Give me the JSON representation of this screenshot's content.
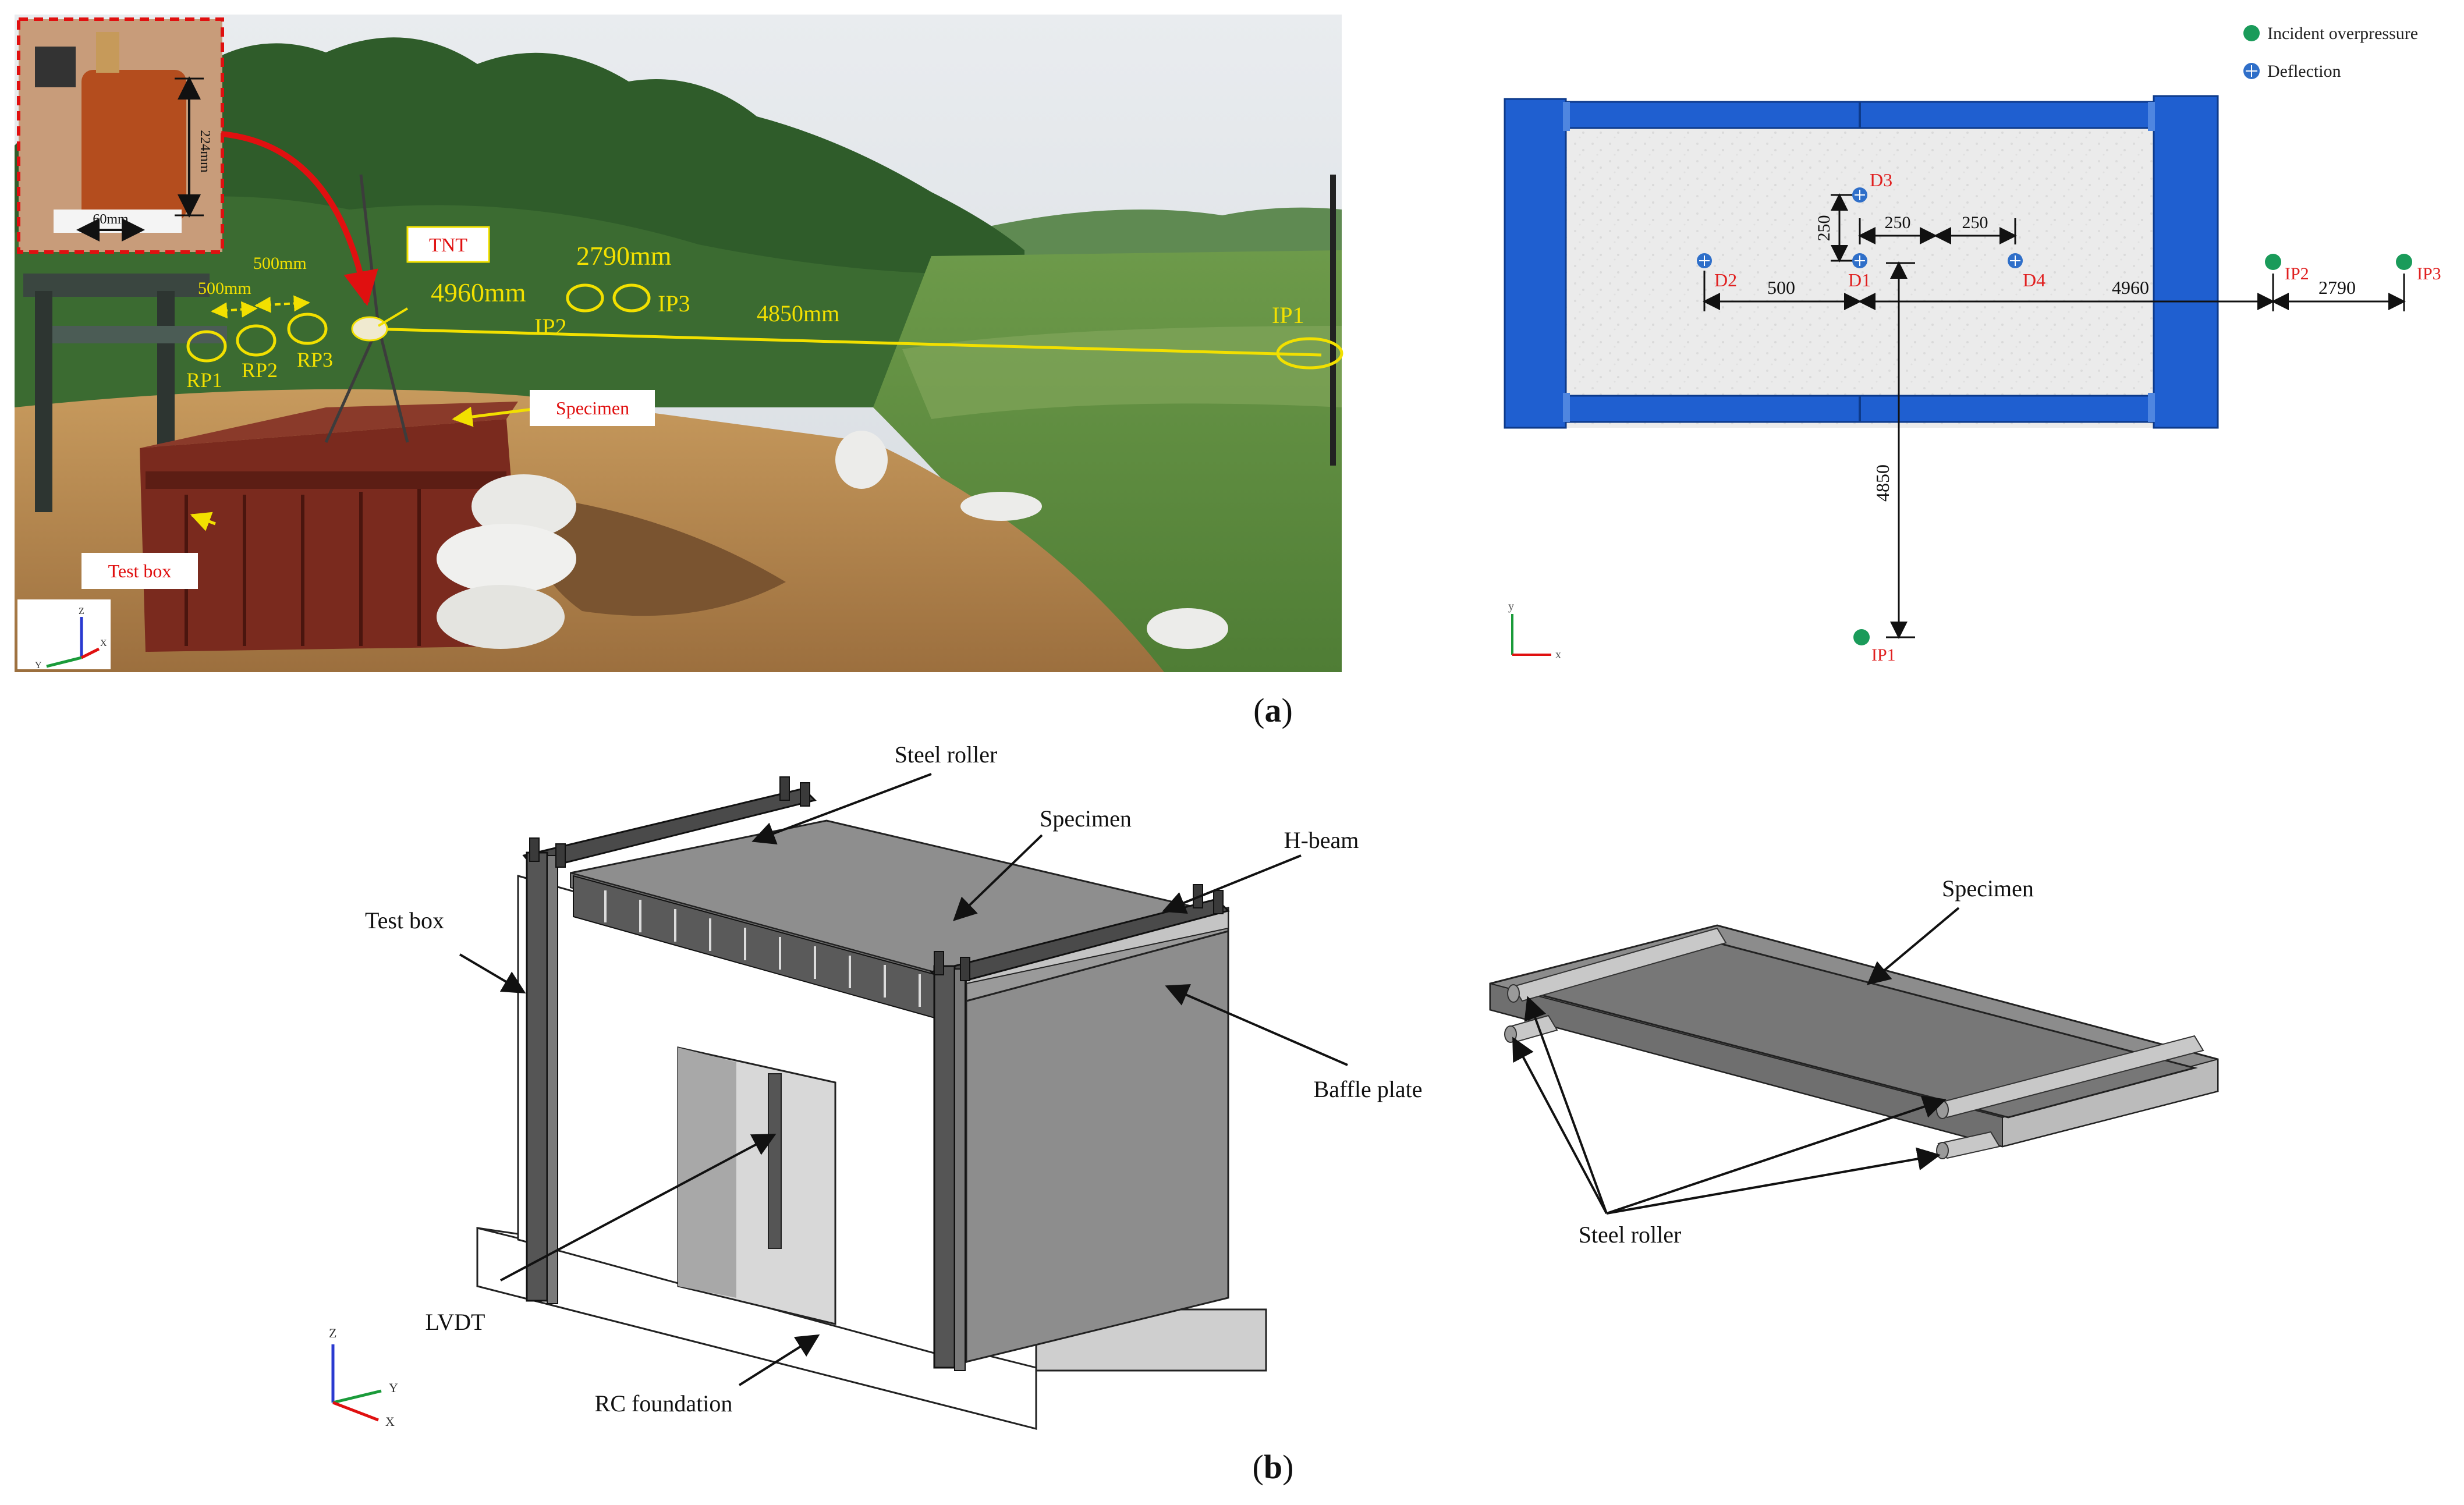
{
  "panel_a": {
    "label_letter": "a",
    "photo": {
      "labels": {
        "tnt": "TNT",
        "specimen": "Specimen",
        "test_box": "Test box",
        "dim_224": "224mm",
        "dim_60": "60mm",
        "dim_500a": "500mm",
        "dim_500b": "500mm",
        "dim_4960": "4960mm",
        "dim_2790": "2790mm",
        "dim_4850": "4850mm",
        "rp1": "RP1",
        "rp2": "RP2",
        "rp3": "RP3",
        "ip1": "IP1",
        "ip2": "IP2",
        "ip3": "IP3",
        "axis_x": "X",
        "axis_y": "Y",
        "axis_z": "Z"
      }
    },
    "plan": {
      "legend": [
        {
          "label": "Incident overpressure",
          "color": "#1a9b5a"
        },
        {
          "label": "Deflection",
          "color": "#2f6fc9"
        }
      ],
      "points": {
        "d1": "D1",
        "d2": "D2",
        "d3": "D3",
        "d4": "D4",
        "ip1": "IP1",
        "ip2": "IP2",
        "ip3": "IP3"
      },
      "dims": {
        "d250v": "250",
        "d250a": "250",
        "d250b": "250",
        "d500": "500",
        "d4960": "4960",
        "d2790": "2790",
        "d4850": "4850"
      },
      "axis": {
        "x": "x",
        "y": "y"
      },
      "colors": {
        "frame_blue": "#1f5fd0",
        "label_red": "#e02020"
      }
    }
  },
  "panel_b": {
    "label_letter": "b",
    "labels": {
      "steel_roller": "Steel roller",
      "specimen": "Specimen",
      "h_beam": "H-beam",
      "test_box": "Test box",
      "baffle_plate": "Baffle plate",
      "lvdt": "LVDT",
      "rc_foundation": "RC foundation",
      "specimen_right": "Specimen",
      "steel_roller_right": "Steel roller",
      "axis_x": "X",
      "axis_y": "Y",
      "axis_z": "Z"
    }
  }
}
